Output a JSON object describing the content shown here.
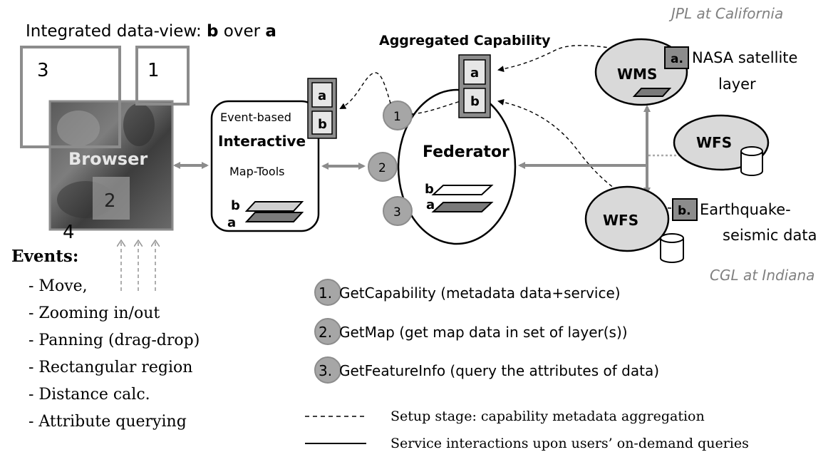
{
  "top_left": {
    "title_prefix": "Integrated data-view: ",
    "title_b": "b",
    "title_mid": " over ",
    "title_a": "a",
    "box_labels": [
      "3",
      "1",
      "2",
      "4"
    ],
    "browser_label": "Browser"
  },
  "map_tools": {
    "line1": "Event-based",
    "line2": "Interactive",
    "line3": "Map-Tools",
    "layer_b": "b",
    "layer_a": "a",
    "cap_a": "a",
    "cap_b": "b"
  },
  "federator": {
    "label": "Federator",
    "aggregated_title": "Aggregated Capability",
    "cap_a": "a",
    "cap_b": "b",
    "layer_b": "b",
    "layer_a": "a",
    "steps": [
      "1",
      "2",
      "3"
    ]
  },
  "services": {
    "jpl": "JPL at California",
    "cgl": "CGL at Indiana",
    "wms": "WMS",
    "wfs_mid": "WFS",
    "wfs_bottom": "WFS",
    "tag_a": "a.",
    "tag_b": "b.",
    "nasa_line1": "NASA satellite",
    "nasa_line2": "layer",
    "eq_line1": "Earthquake-",
    "eq_line2": "seismic data"
  },
  "events": {
    "title": "Events:",
    "items": [
      "- Move,",
      "- Zooming in/out",
      "- Panning (drag-drop)",
      "- Rectangular region",
      "- Distance calc.",
      "- Attribute querying"
    ]
  },
  "steps_legend": [
    {
      "num": "1.",
      "text": "GetCapability (metadata data+service)"
    },
    {
      "num": "2.",
      "text": "GetMap (get map data in set of layer(s))"
    },
    {
      "num": "3.",
      "text": "GetFeatureInfo (query the attributes of data)"
    }
  ],
  "line_legend": {
    "dashed": "Setup stage: capability metadata aggregation",
    "solid": "Service interactions upon users’ on-demand queries"
  },
  "colors": {
    "gray_box": "#8c8c8c",
    "circle_fill": "#a6a6a6",
    "ellipse_fill": "#d9d9d9",
    "arrow": "#8c8c8c"
  }
}
